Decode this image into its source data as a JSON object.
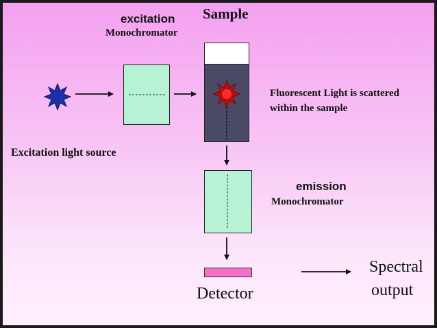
{
  "labels": {
    "excitation": "excitation",
    "excitation_mono": "Monochromator",
    "sample": "Sample",
    "fluorescent_line1": "Fluorescent Light is scattered",
    "fluorescent_line2": "within the sample",
    "light_source": "Excitation light source",
    "emission": "emission",
    "emission_mono": "Monochromator",
    "detector": "Detector",
    "spectral_line1": "Spectral",
    "spectral_line2": "output"
  },
  "colors": {
    "background_top": "#f4a0f0",
    "monochromator": "#b8f2d4",
    "sample_liquid": "#4a4a66",
    "detector": "#f56ec8",
    "light_source_star": "#1a2fa8",
    "fluorescence_star": "#ff2a2a"
  },
  "icons": {
    "light_source": "blue-star-icon",
    "fluorescence": "red-star-icon"
  }
}
